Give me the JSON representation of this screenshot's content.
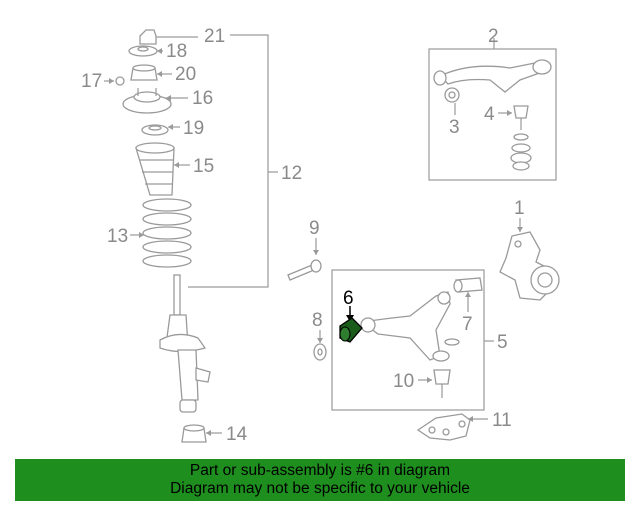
{
  "callouts": {
    "c1": "1",
    "c2": "2",
    "c3": "3",
    "c4": "4",
    "c5": "5",
    "c6": "6",
    "c7": "7",
    "c8": "8",
    "c9": "9",
    "c10": "10",
    "c11": "11",
    "c12": "12",
    "c13": "13",
    "c14": "14",
    "c15": "15",
    "c16": "16",
    "c17": "17",
    "c18": "18",
    "c19": "19",
    "c20": "20",
    "c21": "21"
  },
  "highlighted_part": "6",
  "highlight_color": "#1a5c1a",
  "banner": {
    "line1": "Part or sub-assembly is #6 in diagram",
    "line2": "Diagram may not be specific to your vehicle",
    "color": "#1e8e1e"
  }
}
